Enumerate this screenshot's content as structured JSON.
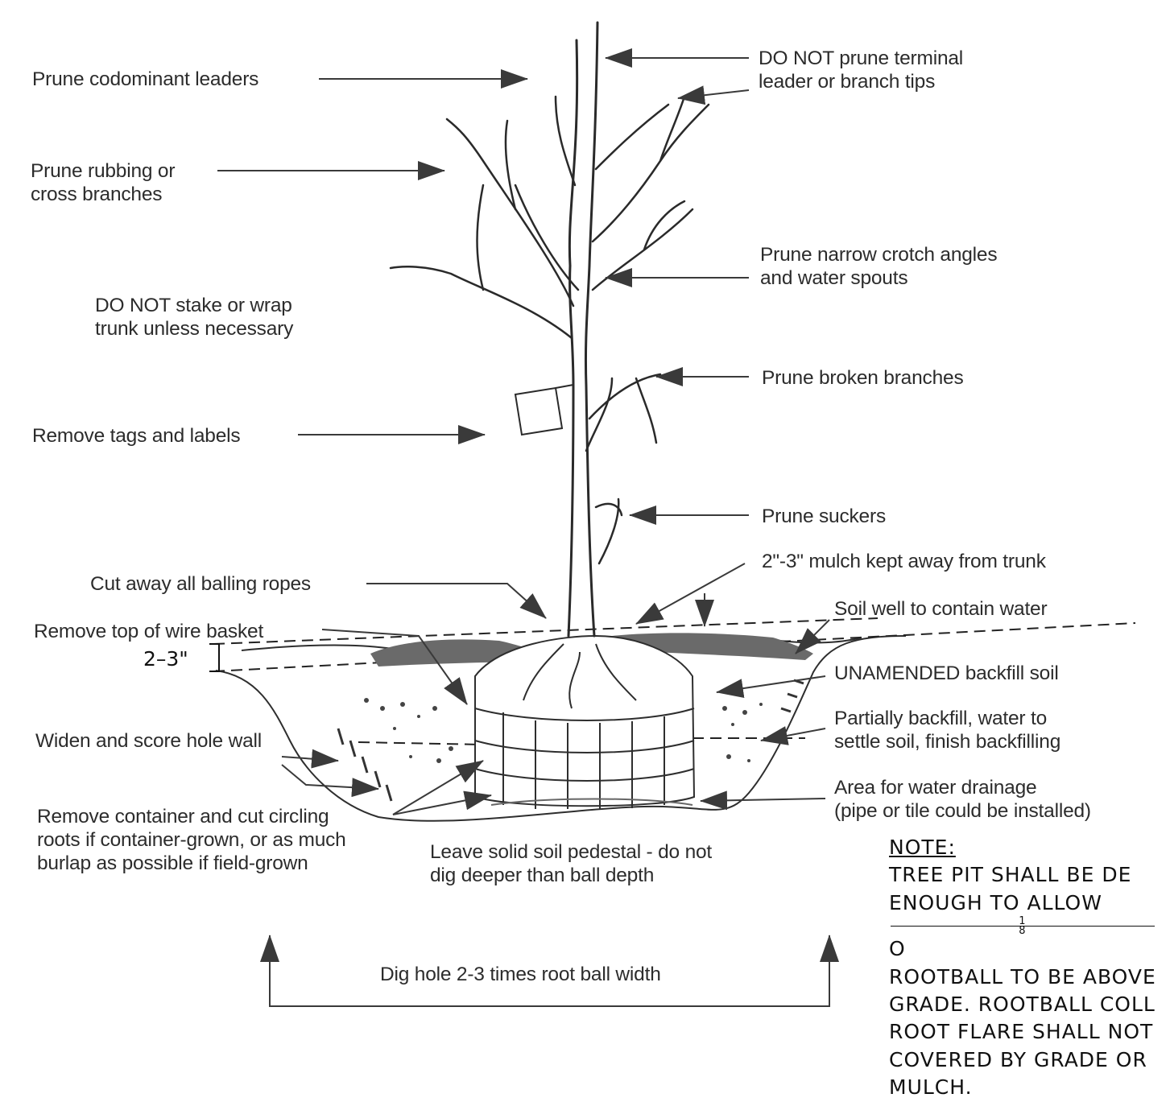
{
  "labels": {
    "prune_codominant": "Prune codominant leaders",
    "do_not_prune_1": "DO NOT prune terminal",
    "do_not_prune_2": "leader or branch tips",
    "prune_rubbing_1": "Prune rubbing or",
    "prune_rubbing_2": "cross branches",
    "prune_narrow_1": "Prune narrow crotch angles",
    "prune_narrow_2": "and water spouts",
    "do_not_stake_1": "DO NOT stake or wrap",
    "do_not_stake_2": "trunk unless necessary",
    "prune_broken": "Prune broken branches",
    "remove_tags": "Remove tags and labels",
    "prune_suckers": "Prune suckers",
    "mulch": "2\"-3\" mulch kept away from trunk",
    "cut_ropes": "Cut away all balling ropes",
    "soil_well": "Soil well to contain water",
    "remove_basket": "Remove top of wire basket",
    "unamended": "UNAMENDED backfill soil",
    "partially_1": "Partially backfill, water to",
    "partially_2": "settle soil, finish backfilling",
    "widen": "Widen and score hole wall",
    "drainage_1": "Area for water drainage",
    "drainage_2": "(pipe or tile could be installed)",
    "remove_container_1": "Remove container and cut circling",
    "remove_container_2": "roots if container-grown, or as much",
    "remove_container_3": "burlap as possible if field-grown",
    "pedestal_1": "Leave solid soil pedestal - do not",
    "pedestal_2": "dig deeper than ball depth",
    "dig_hole": "Dig hole 2-3 times root ball width"
  },
  "dimension": "2–3\"",
  "note": {
    "heading": "NOTE:",
    "line1": "TREE PIT SHALL BE DE",
    "line2_pre": "ENOUGH TO ALLOW",
    "frac_num": "1",
    "frac_den": "8",
    "line2_post": "O",
    "line3": "ROOTBALL TO BE ABOVE",
    "line4": "GRADE. ROOTBALL COLL",
    "line5": "ROOT FLARE SHALL NOT",
    "line6": "COVERED BY GRADE OR",
    "line7": "MULCH."
  }
}
